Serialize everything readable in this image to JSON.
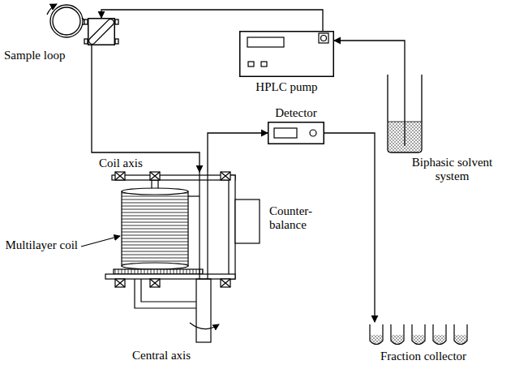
{
  "diagram": {
    "nodes": [
      {
        "text": [
          "Biphasic solvent system"
        ]
      },
      {
        "text": [
          "HPLC pump"
        ]
      },
      {
        "text": [
          "Sample loop"
        ]
      },
      {
        "text": [
          "Multilayer coil"
        ]
      },
      {
        "text": [
          "Detector"
        ]
      },
      {
        "text": [
          "Fraction collector"
        ]
      }
    ],
    "edges": [
      {
        "from": 0,
        "to": 1,
        "arrow": "to"
      },
      {
        "from": 1,
        "to": 2,
        "arrow": "to"
      },
      {
        "from": 2,
        "to": 3,
        "arrow": "to"
      },
      {
        "from": 3,
        "to": 4,
        "arrow": "to"
      },
      {
        "from": 4,
        "to": 5,
        "arrow": "to"
      }
    ],
    "labels": [
      "Coil axis",
      "Counter- balance",
      "Central axis"
    ]
  }
}
